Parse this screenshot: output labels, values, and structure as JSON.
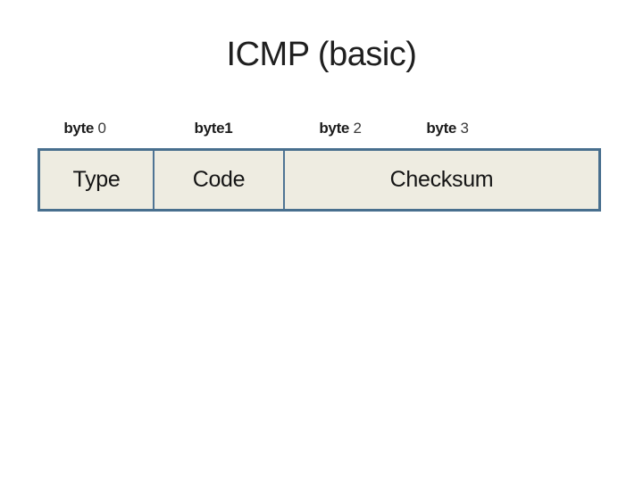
{
  "slide": {
    "title": "ICMP (basic)"
  },
  "byte_labels": [
    {
      "bold": "byte",
      "num": " 0"
    },
    {
      "bold": "byte1",
      "num": ""
    },
    {
      "bold": "byte",
      "num": " 2"
    },
    {
      "bold": "byte",
      "num": " 3"
    }
  ],
  "packet_diagram": {
    "fields": [
      {
        "label": "Type",
        "span_bytes": 1
      },
      {
        "label": "Code",
        "span_bytes": 1
      },
      {
        "label": "Checksum",
        "span_bytes": 2
      }
    ]
  },
  "colors": {
    "table_border": "#486f8e",
    "cell_divider": "#4f7494",
    "cell_fill": "#eeece1",
    "title_text": "#1f1f1f",
    "background": "#ffffff"
  }
}
